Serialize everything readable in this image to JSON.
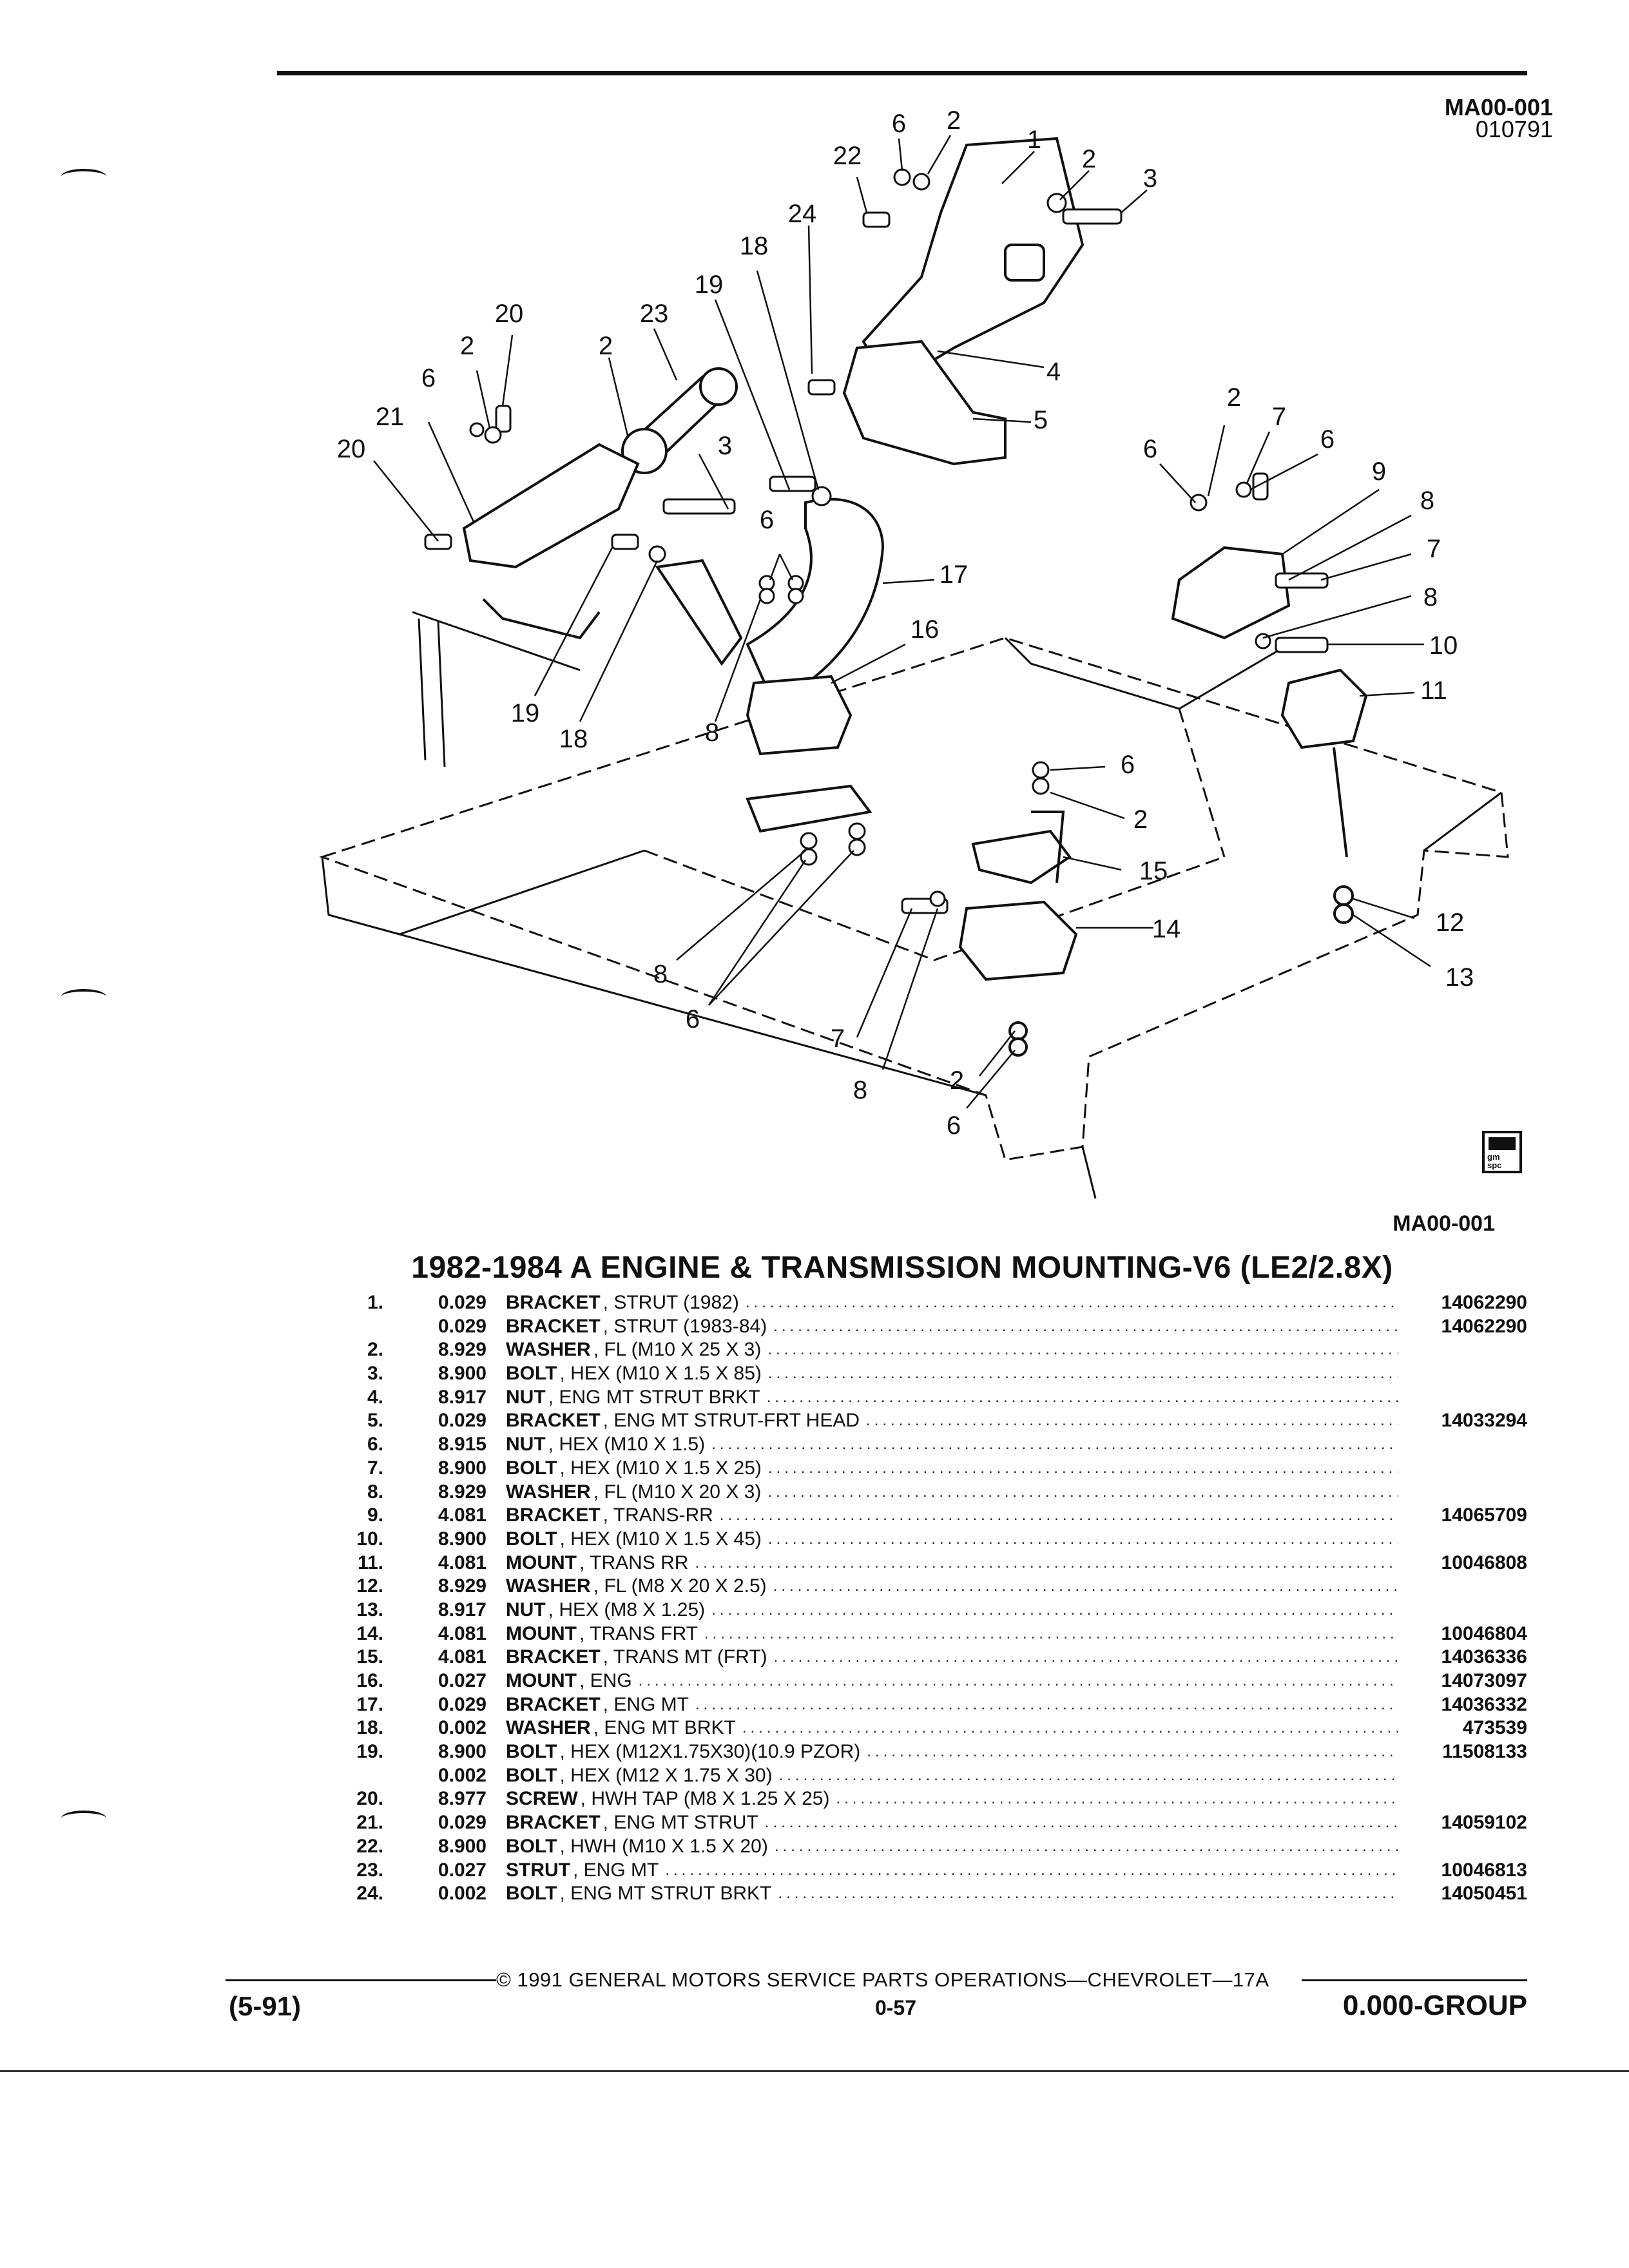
{
  "header": {
    "diagram_code": "MA00-001",
    "diagram_date": "010791"
  },
  "diagram": {
    "callouts": [
      {
        "id": "6a",
        "label": "6"
      },
      {
        "id": "2a",
        "label": "2"
      },
      {
        "id": "22",
        "label": "22"
      },
      {
        "id": "1",
        "label": "1"
      },
      {
        "id": "2b",
        "label": "2"
      },
      {
        "id": "3a",
        "label": "3"
      },
      {
        "id": "24",
        "label": "24"
      },
      {
        "id": "18a",
        "label": "18"
      },
      {
        "id": "19a",
        "label": "19"
      },
      {
        "id": "20a",
        "label": "20"
      },
      {
        "id": "23",
        "label": "23"
      },
      {
        "id": "2c",
        "label": "2"
      },
      {
        "id": "2d",
        "label": "2"
      },
      {
        "id": "6b",
        "label": "6"
      },
      {
        "id": "21",
        "label": "21"
      },
      {
        "id": "20b",
        "label": "20"
      },
      {
        "id": "3b",
        "label": "3"
      },
      {
        "id": "4",
        "label": "4"
      },
      {
        "id": "5",
        "label": "5"
      },
      {
        "id": "6c",
        "label": "6"
      },
      {
        "id": "17",
        "label": "17"
      },
      {
        "id": "16",
        "label": "16"
      },
      {
        "id": "19b",
        "label": "19"
      },
      {
        "id": "18b",
        "label": "18"
      },
      {
        "id": "8a",
        "label": "8"
      },
      {
        "id": "2e",
        "label": "2"
      },
      {
        "id": "7a",
        "label": "7"
      },
      {
        "id": "6d",
        "label": "6"
      },
      {
        "id": "6e",
        "label": "6"
      },
      {
        "id": "9",
        "label": "9"
      },
      {
        "id": "8b",
        "label": "8"
      },
      {
        "id": "7b",
        "label": "7"
      },
      {
        "id": "8c",
        "label": "8"
      },
      {
        "id": "10",
        "label": "10"
      },
      {
        "id": "11",
        "label": "11"
      },
      {
        "id": "6f",
        "label": "6"
      },
      {
        "id": "2f",
        "label": "2"
      },
      {
        "id": "15",
        "label": "15"
      },
      {
        "id": "14",
        "label": "14"
      },
      {
        "id": "12",
        "label": "12"
      },
      {
        "id": "13",
        "label": "13"
      },
      {
        "id": "8d",
        "label": "8"
      },
      {
        "id": "6g",
        "label": "6"
      },
      {
        "id": "7c",
        "label": "7"
      },
      {
        "id": "8e",
        "label": "8"
      },
      {
        "id": "2g",
        "label": "2"
      },
      {
        "id": "6h",
        "label": "6"
      }
    ]
  },
  "badge": {
    "icon": "gm-spc-logo-icon",
    "text_line1": "gm",
    "text_line2": "spc"
  },
  "figure_ref": "MA00-001",
  "title": "1982-1984 A ENGINE & TRANSMISSION MOUNTING-V6 (LE2/2.8X)",
  "parts": [
    {
      "num": "1.",
      "code": "0.029",
      "name": "BRACKET",
      "detail": ", STRUT (1982)",
      "pn": "14062290"
    },
    {
      "num": "",
      "code": "0.029",
      "name": "BRACKET",
      "detail": ", STRUT (1983-84)",
      "pn": "14062290"
    },
    {
      "num": "2.",
      "code": "8.929",
      "name": "WASHER",
      "detail": ", FL (M10 X 25 X 3)",
      "pn": ""
    },
    {
      "num": "3.",
      "code": "8.900",
      "name": "BOLT",
      "detail": ", HEX (M10 X 1.5 X 85)",
      "pn": ""
    },
    {
      "num": "4.",
      "code": "8.917",
      "name": "NUT",
      "detail": ", ENG MT STRUT BRKT",
      "pn": ""
    },
    {
      "num": "5.",
      "code": "0.029",
      "name": "BRACKET",
      "detail": ", ENG MT STRUT-FRT HEAD",
      "pn": "14033294"
    },
    {
      "num": "6.",
      "code": "8.915",
      "name": "NUT",
      "detail": ", HEX (M10 X 1.5)",
      "pn": ""
    },
    {
      "num": "7.",
      "code": "8.900",
      "name": "BOLT",
      "detail": ", HEX (M10 X 1.5 X 25)",
      "pn": ""
    },
    {
      "num": "8.",
      "code": "8.929",
      "name": "WASHER",
      "detail": ", FL (M10 X 20 X 3)",
      "pn": ""
    },
    {
      "num": "9.",
      "code": "4.081",
      "name": "BRACKET",
      "detail": ", TRANS-RR",
      "pn": "14065709"
    },
    {
      "num": "10.",
      "code": "8.900",
      "name": "BOLT",
      "detail": ", HEX (M10 X 1.5 X 45)",
      "pn": ""
    },
    {
      "num": "11.",
      "code": "4.081",
      "name": "MOUNT",
      "detail": ", TRANS RR",
      "pn": "10046808"
    },
    {
      "num": "12.",
      "code": "8.929",
      "name": "WASHER",
      "detail": ", FL (M8 X 20 X 2.5)",
      "pn": ""
    },
    {
      "num": "13.",
      "code": "8.917",
      "name": "NUT",
      "detail": ", HEX (M8 X 1.25)",
      "pn": ""
    },
    {
      "num": "14.",
      "code": "4.081",
      "name": "MOUNT",
      "detail": ", TRANS FRT",
      "pn": "10046804"
    },
    {
      "num": "15.",
      "code": "4.081",
      "name": "BRACKET",
      "detail": ", TRANS MT (FRT)",
      "pn": "14036336"
    },
    {
      "num": "16.",
      "code": "0.027",
      "name": "MOUNT",
      "detail": ", ENG",
      "pn": "14073097"
    },
    {
      "num": "17.",
      "code": "0.029",
      "name": "BRACKET",
      "detail": ", ENG MT",
      "pn": "14036332"
    },
    {
      "num": "18.",
      "code": "0.002",
      "name": "WASHER",
      "detail": ", ENG MT BRKT",
      "pn": "473539"
    },
    {
      "num": "19.",
      "code": "8.900",
      "name": "BOLT",
      "detail": ", HEX (M12X1.75X30)(10.9 PZOR)",
      "pn": "11508133"
    },
    {
      "num": "",
      "code": "0.002",
      "name": "BOLT",
      "detail": ", HEX (M12 X 1.75 X 30)",
      "pn": ""
    },
    {
      "num": "20.",
      "code": "8.977",
      "name": "SCREW",
      "detail": ", HWH TAP (M8 X 1.25 X 25)",
      "pn": ""
    },
    {
      "num": "21.",
      "code": "0.029",
      "name": "BRACKET",
      "detail": ", ENG MT STRUT",
      "pn": "14059102"
    },
    {
      "num": "22.",
      "code": "8.900",
      "name": "BOLT",
      "detail": ", HWH (M10 X 1.5 X 20)",
      "pn": ""
    },
    {
      "num": "23.",
      "code": "0.027",
      "name": "STRUT",
      "detail": ", ENG MT",
      "pn": "10046813"
    },
    {
      "num": "24.",
      "code": "0.002",
      "name": "BOLT",
      "detail": ", ENG MT STRUT BRKT",
      "pn": "14050451"
    }
  ],
  "footer": {
    "copyright": "© 1991 GENERAL MOTORS SERVICE PARTS OPERATIONS—CHEVROLET—17A",
    "date_code": "(5-91)",
    "page": "0-57",
    "group": "0.000-GROUP"
  }
}
